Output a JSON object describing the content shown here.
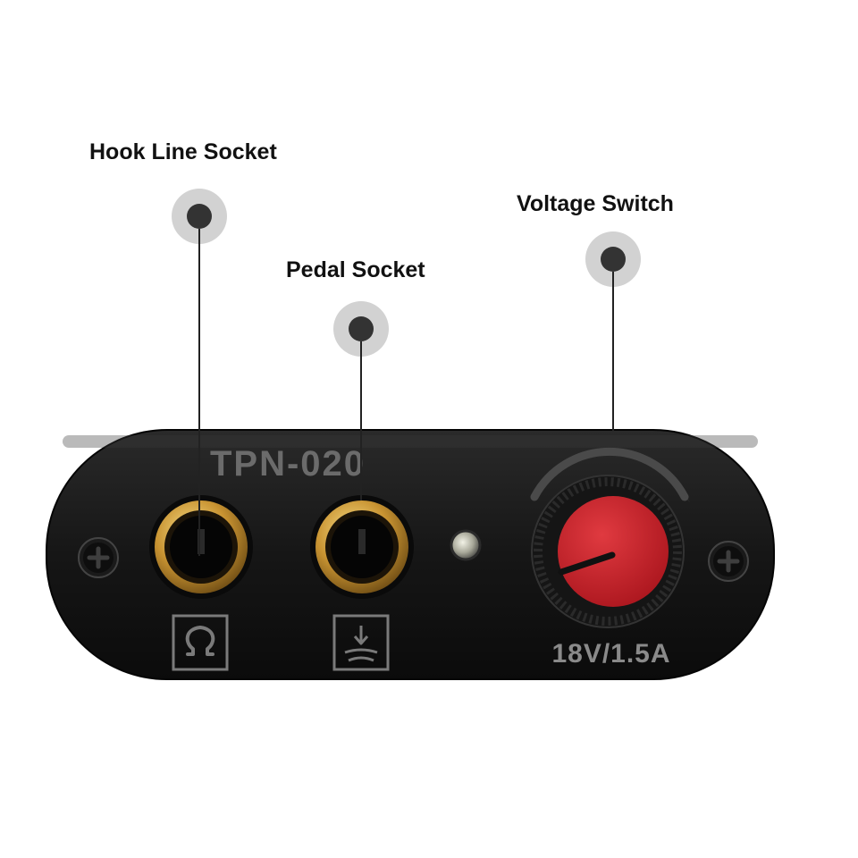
{
  "callouts": {
    "hook_line_socket": "Hook Line Socket",
    "pedal_socket": "Pedal Socket",
    "voltage_switch": "Voltage Switch"
  },
  "device": {
    "model": "TPN-020",
    "rating": "18V/1.5A"
  },
  "colors": {
    "panel": "#121212",
    "knob_cap": "#c8202a",
    "socket_ring": "#d9a33c",
    "callout_dot": "#333333",
    "callout_halo": "#d2d2d2",
    "panel_text": "#6b6b6b"
  },
  "icons": {
    "hook_line": "headphone-omega-icon",
    "pedal": "pedal-download-icon"
  }
}
